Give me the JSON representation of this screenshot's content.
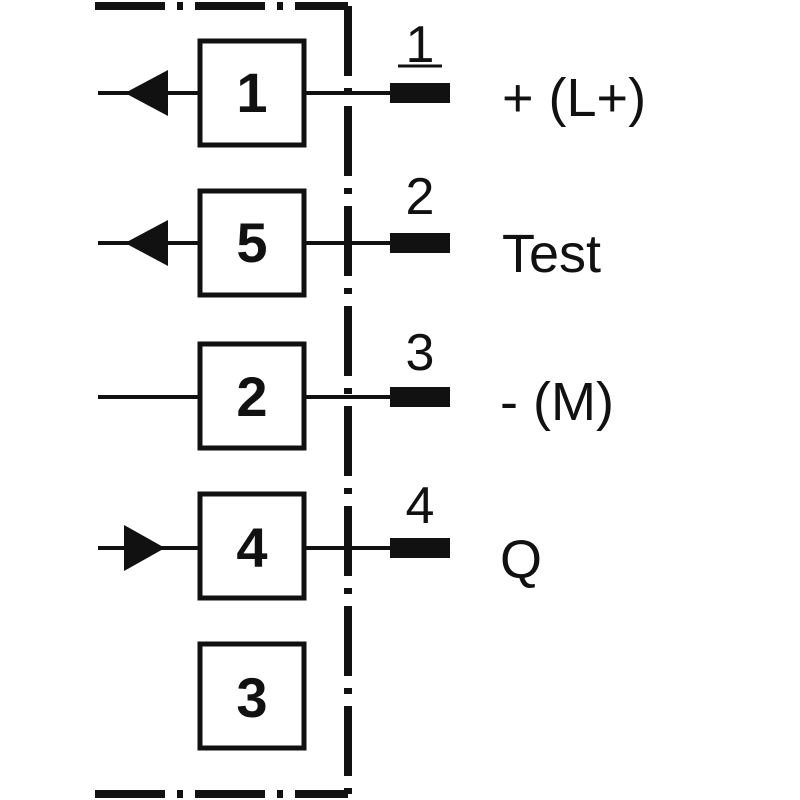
{
  "colors": {
    "ink": "#111111",
    "background": "#ffffff"
  },
  "terminals": [
    {
      "box": "1",
      "pin": "1",
      "label": "+ (L+)",
      "arrow": "left"
    },
    {
      "box": "5",
      "pin": "2",
      "label": "Test",
      "arrow": "left"
    },
    {
      "box": "2",
      "pin": "3",
      "label": "- (M)",
      "arrow": "none"
    },
    {
      "box": "4",
      "pin": "4",
      "label": "Q",
      "arrow": "right"
    }
  ],
  "spare_box": "3"
}
